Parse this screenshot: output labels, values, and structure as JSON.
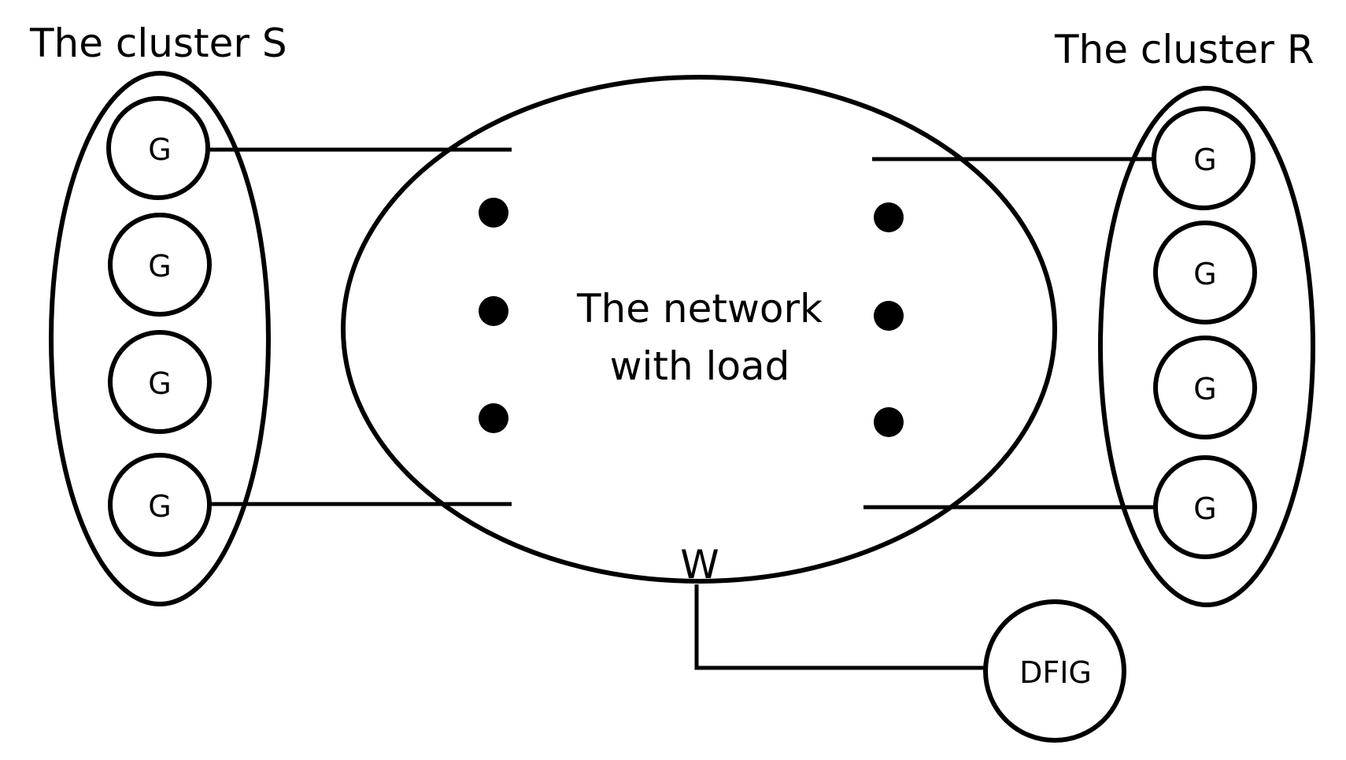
{
  "clusters": {
    "left": {
      "title": "The cluster S",
      "generators": [
        "G",
        "G",
        "G",
        "G"
      ]
    },
    "right": {
      "title": "The cluster R",
      "generators": [
        "G",
        "G",
        "G",
        "G"
      ]
    }
  },
  "network": {
    "label_line1": "The network",
    "label_line2": "with load"
  },
  "node_w": {
    "label": "W"
  },
  "dfig": {
    "label": "DFIG"
  }
}
